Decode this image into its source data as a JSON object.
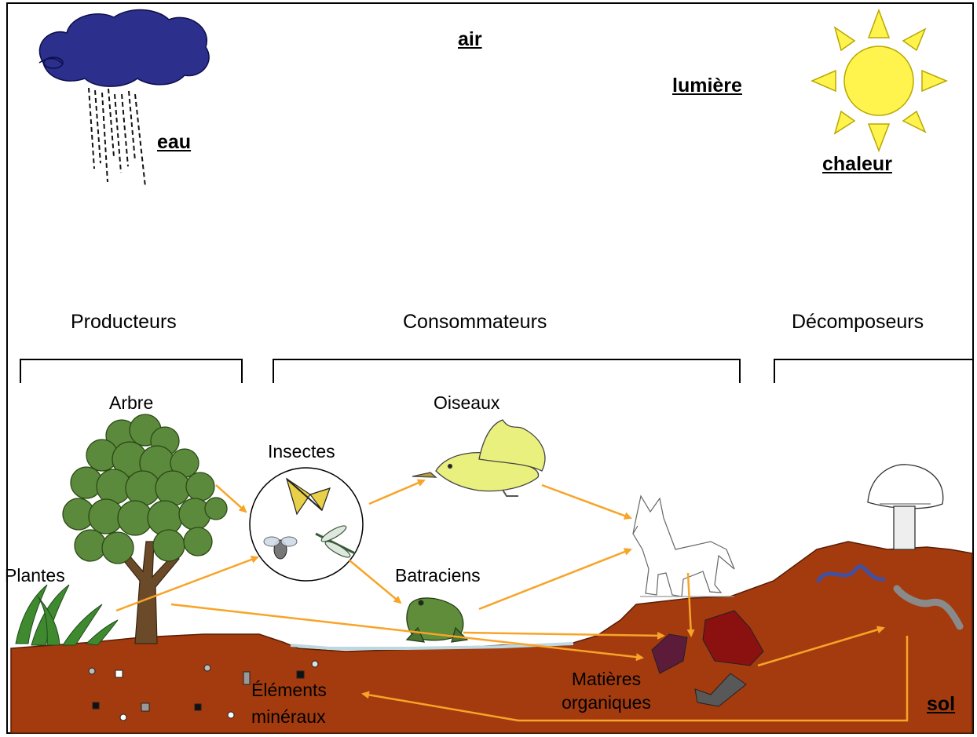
{
  "environment": {
    "air": "air",
    "lumiere": "lumière",
    "eau": "eau",
    "chaleur": "chaleur",
    "sol": "sol"
  },
  "categories": {
    "producteurs": "Producteurs",
    "consommateurs": "Consommateurs",
    "decomposeurs": "Décomposeurs"
  },
  "organisms": {
    "arbre": "Arbre",
    "plantes": "Plantes",
    "insectes": "Insectes",
    "oiseaux": "Oiseaux",
    "batraciens": "Batraciens"
  },
  "matter": {
    "organic_line1": "Matières",
    "organic_line2": "organiques",
    "mineral_line1": "Éléments",
    "mineral_line2": "minéraux"
  },
  "colors": {
    "soil": "#a43b0f",
    "arrow": "#f7a428",
    "cloud": "#2c2f8c",
    "sun": "#fff34d",
    "tree_foliage": "#5c8a3c",
    "bird": "#eaf07e"
  }
}
